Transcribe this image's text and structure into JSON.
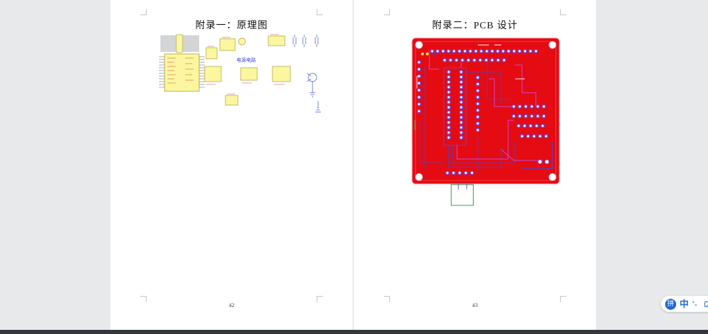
{
  "document": {
    "pages": [
      {
        "title": "附录一：原理图",
        "page_number": "42",
        "figure": {
          "type": "schematic",
          "power_label": "电源电路"
        }
      },
      {
        "title": "附录二：PCB 设计",
        "page_number": "43",
        "figure": {
          "type": "pcb"
        }
      }
    ]
  },
  "ime": {
    "logo": "拼",
    "language": "中",
    "punctuation": "°。"
  },
  "colors": {
    "canvas_background": "#e8e9ea",
    "page_background": "#ffffff",
    "pcb_board_red": "#e50b12",
    "pcb_pad_ring_purple": "#6b4ce0",
    "trace_blue": "#3d46e0",
    "trace_magenta": "#c24ae0",
    "schematic_component_yellow": "#fcf6a0",
    "schematic_label_blue": "#3c4bd6",
    "connector_outline_green": "#2f9e50",
    "ime_blue": "#2468d7",
    "taskbar_edge": "#33363a"
  }
}
